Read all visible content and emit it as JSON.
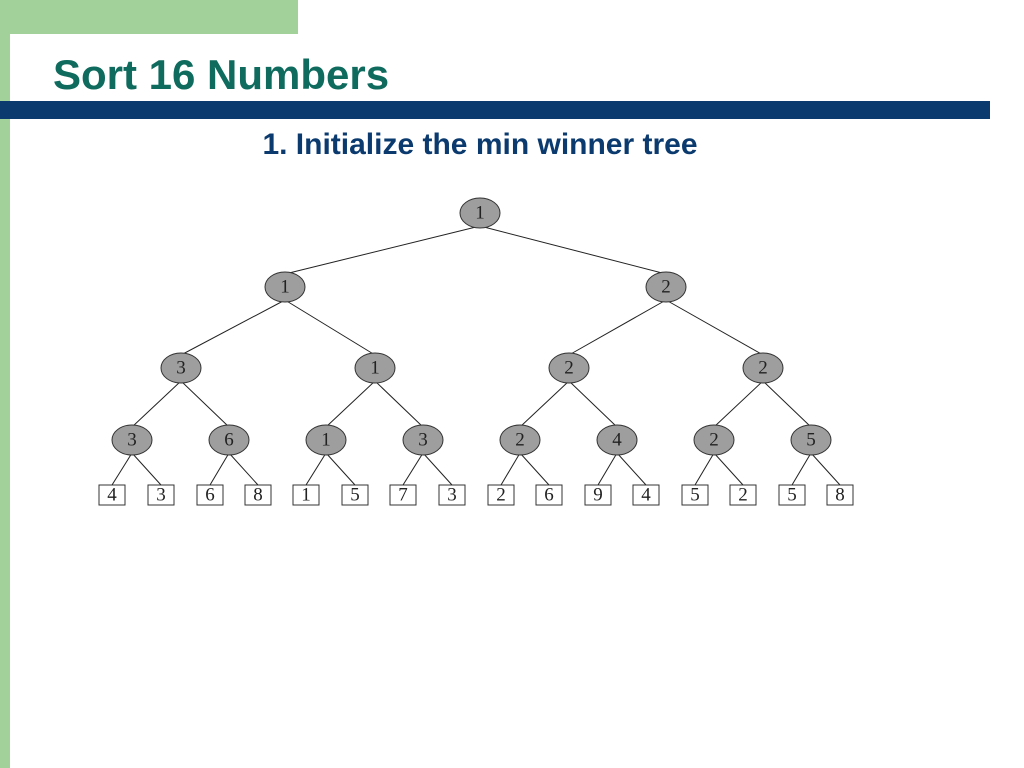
{
  "slide": {
    "title": "Sort 16 Numbers",
    "subtitle": "1. Initialize the min winner tree"
  },
  "tree": {
    "levels": [
      [
        "1"
      ],
      [
        "1",
        "2"
      ],
      [
        "3",
        "1",
        "2",
        "2"
      ],
      [
        "3",
        "6",
        "1",
        "3",
        "2",
        "4",
        "2",
        "5"
      ]
    ],
    "leaves": [
      "4",
      "3",
      "6",
      "8",
      "1",
      "5",
      "7",
      "3",
      "2",
      "6",
      "9",
      "4",
      "5",
      "2",
      "5",
      "8"
    ]
  },
  "colors": {
    "title": "#0f6b5e",
    "subtitle": "#0b3a6f",
    "rule": "#0b3a6f",
    "accent_green": "#a3d19a",
    "node_fill": "#9e9e9e"
  }
}
